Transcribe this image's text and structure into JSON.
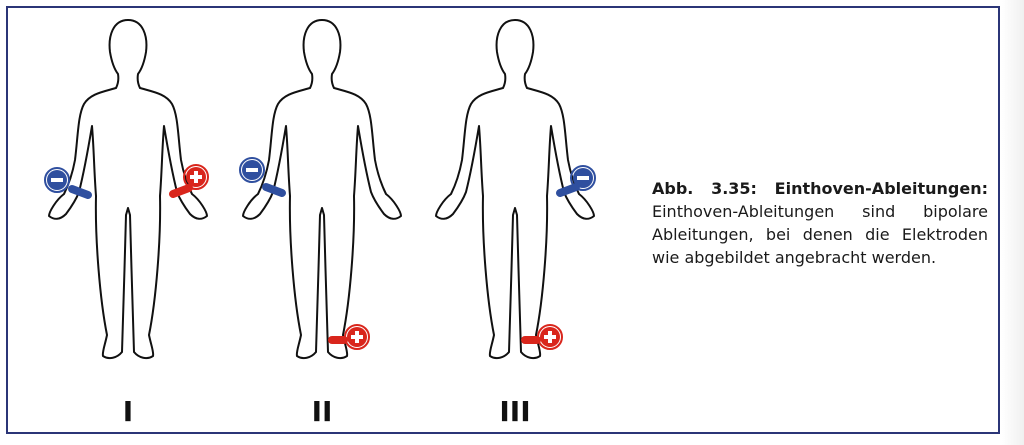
{
  "figures": [
    {
      "numeral": "I",
      "electrodes": [
        {
          "limb": "right-arm",
          "polarity": "negative"
        },
        {
          "limb": "left-arm",
          "polarity": "positive"
        }
      ]
    },
    {
      "numeral": "II",
      "electrodes": [
        {
          "limb": "right-arm",
          "polarity": "negative"
        },
        {
          "limb": "left-leg",
          "polarity": "positive"
        }
      ]
    },
    {
      "numeral": "III",
      "electrodes": [
        {
          "limb": "left-arm",
          "polarity": "negative"
        },
        {
          "limb": "left-leg",
          "polarity": "positive"
        }
      ]
    }
  ],
  "colors": {
    "negative": "#2f4f9f",
    "positive": "#d9261c",
    "frame": "#2b3577",
    "outline": "#111111"
  },
  "icons": {
    "negative": "minus-circle-icon",
    "positive": "plus-circle-icon"
  },
  "caption": {
    "label": "Abb.",
    "number": "3.35:",
    "title": "Einthoven-Ableitungen:",
    "text": "Einthoven-Ableitungen sind bipolare Ableitungen, bei denen die Elektroden wie abgebildet angebracht werden."
  }
}
